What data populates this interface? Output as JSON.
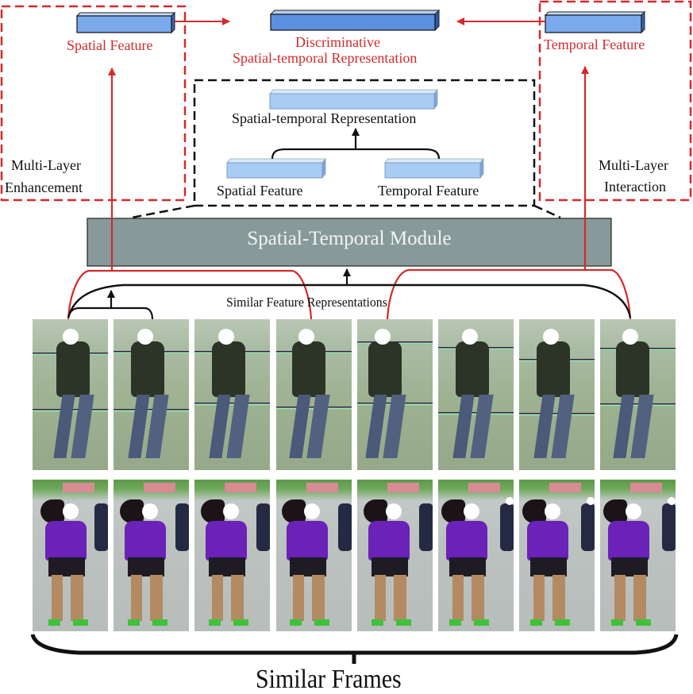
{
  "diagram": {
    "top": {
      "spatial_feature_label": "Spatial Feature",
      "temporal_feature_label": "Temporal Feature",
      "discriminative_label_line1": "Discriminative",
      "discriminative_label_line2": "Spatial-temporal Representation"
    },
    "side_boxes": {
      "left_label_line1": "Multi-Layer",
      "left_label_line2": "Enhancement",
      "right_label_line1": "Multi-Layer",
      "right_label_line2": "Interaction"
    },
    "detail_box": {
      "st_representation_label": "Spatial-temporal Representation",
      "spatial_feature_label": "Spatial Feature",
      "temporal_feature_label": "Temporal Feature"
    },
    "module": {
      "label": "Spatial-Temporal Module"
    },
    "similar_feature_label": "Similar Feature Representations",
    "similar_frames_label": "Similar Frames",
    "frames": {
      "row1_count": 8,
      "row2_count": 8,
      "row1_description": "person in dark jacket and jeans walking, faces anonymized",
      "row2_description": "woman in purple shirt walking, faces anonymized"
    },
    "colors": {
      "red_accent": "#d42a2a",
      "feature_blue": "#5b8fe0",
      "feature_light_blue": "#a9ccf2",
      "module_gray": "#879a99"
    }
  }
}
